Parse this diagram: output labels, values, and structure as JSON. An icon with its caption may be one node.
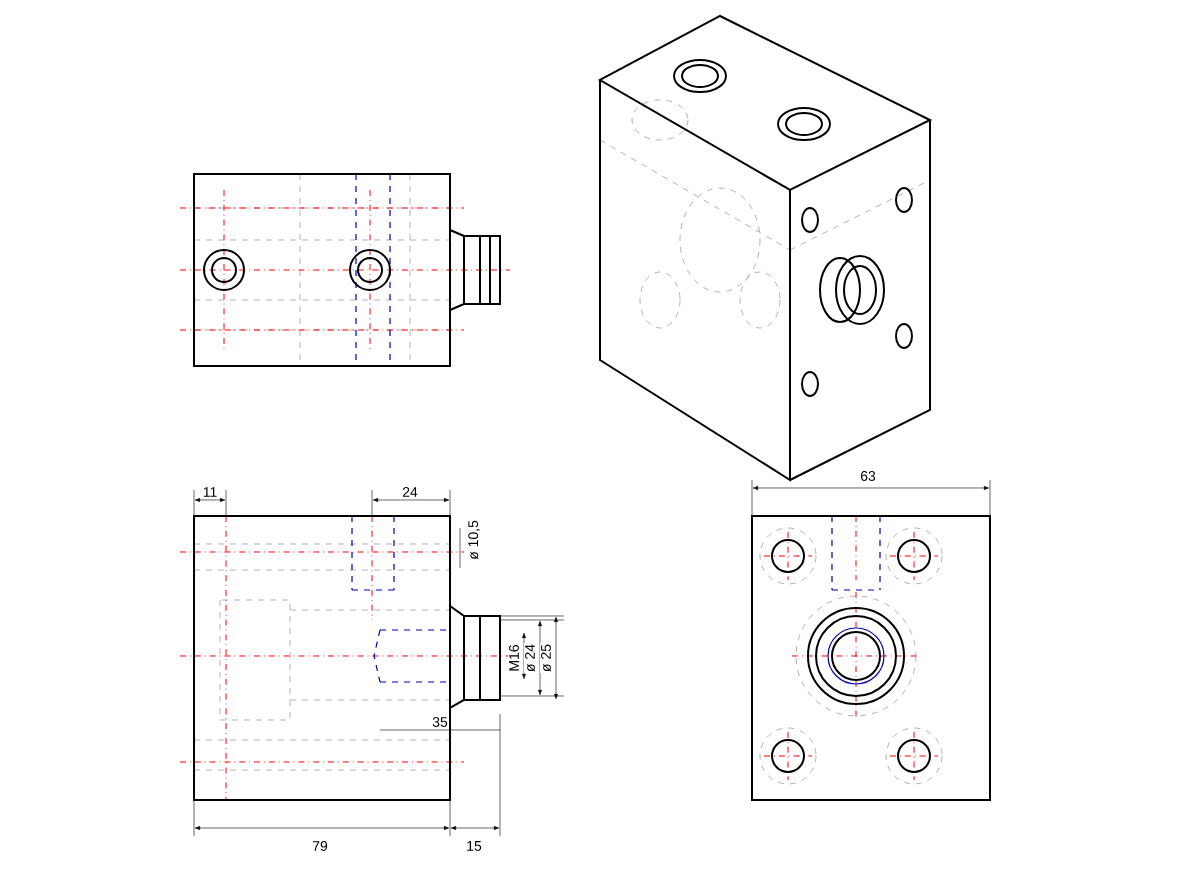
{
  "diagram": {
    "labels": [
      "11",
      "24",
      "ø 10,5",
      "M16",
      "ø 24",
      "ø 25",
      "35",
      "79",
      "15",
      "63"
    ]
  }
}
